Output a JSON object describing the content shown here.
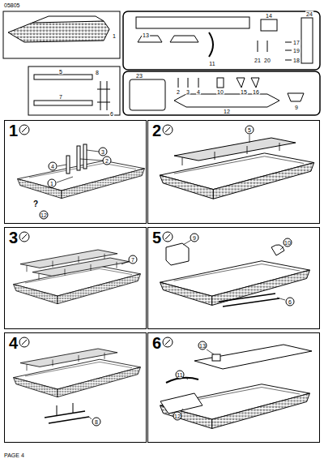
{
  "diagram": {
    "nodes": [
      {
        "text": [
          "1"
        ]
      },
      {
        "text": [
          "2"
        ]
      },
      {
        "text": [
          "3"
        ]
      },
      {
        "text": [
          "5"
        ]
      },
      {
        "text": [
          "4"
        ]
      },
      {
        "text": [
          "6"
        ]
      }
    ],
    "labels": [
      "05805",
      "1",
      "5",
      "7",
      "6",
      "8",
      "13",
      "14",
      "24",
      "11",
      "21",
      "20",
      "17",
      "19",
      "18",
      "23",
      "2",
      "3",
      "4",
      "10",
      "15",
      "16",
      "9",
      "12",
      "3",
      "2",
      "4",
      "1",
      "?",
      "12",
      "5",
      "7",
      "9",
      "10",
      "6",
      "8",
      "13",
      "11",
      "12",
      "PAGE 4"
    ]
  }
}
